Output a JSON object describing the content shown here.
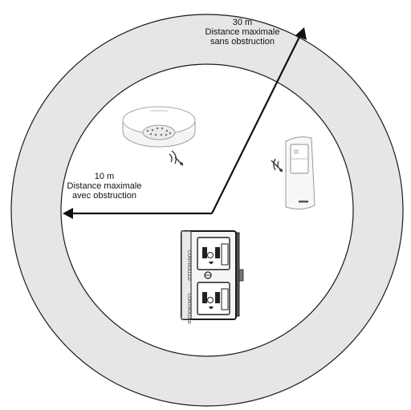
{
  "labels": {
    "outer": {
      "distance": "30 m",
      "line1": "Distance maximale",
      "line2": "sans obstruction"
    },
    "inner": {
      "distance": "10 m",
      "line1": "Distance maximale",
      "line2": "avec obstruction"
    }
  },
  "devices": {
    "ceiling_sensor": {
      "icon": "ceiling-occupancy-sensor-icon"
    },
    "remote": {
      "icon": "wireless-remote-icon"
    },
    "receptacle": {
      "icon": "controlled-receptacle-icon",
      "marking": "CONTROLLED"
    }
  },
  "colors": {
    "ring": "#e6e6e6",
    "outline": "#1a1a1a",
    "arrow": "#111111",
    "device_body": "#f7f7f7"
  }
}
